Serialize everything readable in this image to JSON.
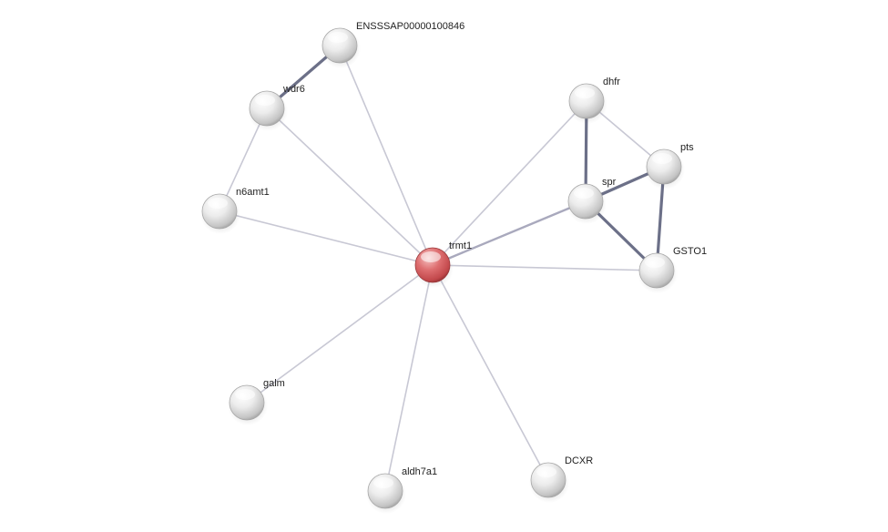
{
  "network": {
    "nodes": [
      {
        "id": "ENSSSAP00000100846",
        "label": "ENSSSAP00000100846",
        "highlight": false
      },
      {
        "id": "wdr6",
        "label": "wdr6",
        "highlight": false
      },
      {
        "id": "n6amt1",
        "label": "n6amt1",
        "highlight": false
      },
      {
        "id": "trmt1",
        "label": "trmt1",
        "highlight": true
      },
      {
        "id": "galm",
        "label": "galm",
        "highlight": false
      },
      {
        "id": "aldh7a1",
        "label": "aldh7a1",
        "highlight": false
      },
      {
        "id": "DCXR",
        "label": "DCXR",
        "highlight": false
      },
      {
        "id": "dhfr",
        "label": "dhfr",
        "highlight": false
      },
      {
        "id": "pts",
        "label": "pts",
        "highlight": false
      },
      {
        "id": "spr",
        "label": "spr",
        "highlight": false
      },
      {
        "id": "GSTO1",
        "label": "GSTO1",
        "highlight": false
      }
    ],
    "edges": [
      {
        "source": "ENSSSAP00000100846",
        "target": "wdr6",
        "strength": "strong"
      },
      {
        "source": "ENSSSAP00000100846",
        "target": "trmt1",
        "strength": "weak"
      },
      {
        "source": "wdr6",
        "target": "n6amt1",
        "strength": "weak"
      },
      {
        "source": "wdr6",
        "target": "trmt1",
        "strength": "weak"
      },
      {
        "source": "n6amt1",
        "target": "trmt1",
        "strength": "weak"
      },
      {
        "source": "trmt1",
        "target": "galm",
        "strength": "weak"
      },
      {
        "source": "trmt1",
        "target": "aldh7a1",
        "strength": "weak"
      },
      {
        "source": "trmt1",
        "target": "DCXR",
        "strength": "weak"
      },
      {
        "source": "trmt1",
        "target": "dhfr",
        "strength": "weak"
      },
      {
        "source": "trmt1",
        "target": "spr",
        "strength": "medium"
      },
      {
        "source": "trmt1",
        "target": "GSTO1",
        "strength": "weak"
      },
      {
        "source": "dhfr",
        "target": "spr",
        "strength": "strong"
      },
      {
        "source": "dhfr",
        "target": "pts",
        "strength": "weak"
      },
      {
        "source": "spr",
        "target": "pts",
        "strength": "strong"
      },
      {
        "source": "spr",
        "target": "GSTO1",
        "strength": "strong"
      },
      {
        "source": "pts",
        "target": "GSTO1",
        "strength": "strong"
      }
    ],
    "colors": {
      "node_default": "#e6e6e6",
      "node_highlight": "#d9595c",
      "edge_weak": "#c8c8d4",
      "edge_medium": "#a9a9bd",
      "edge_strong": "#6c7088"
    }
  }
}
